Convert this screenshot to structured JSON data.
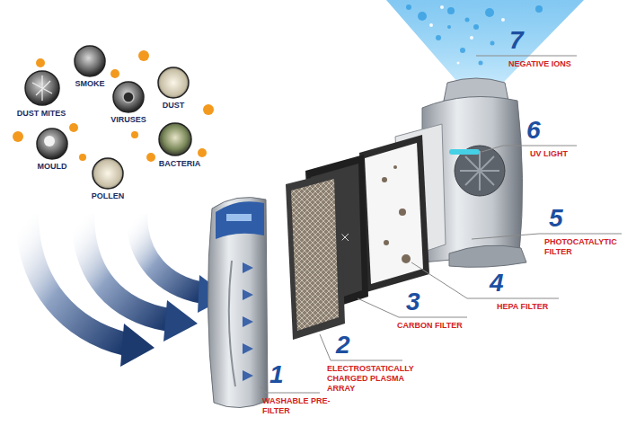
{
  "diagram": {
    "labels": [
      "DUST MITES",
      "SMOKE",
      "VIRUSES",
      "DUST",
      "MOULD",
      "POLLEN",
      "BACTERIA",
      "1",
      "WASHABLE PRE-FILTER",
      "2",
      "ELECTROSTATICALLY CHARGED PLASMA ARRAY",
      "3",
      "CARBON FILTER",
      "4",
      "HEPA FILTER",
      "5",
      "PHOTOCATALYTIC FILTER",
      "6",
      "UV LIGHT",
      "7",
      "NEGATIVE IONS"
    ]
  }
}
